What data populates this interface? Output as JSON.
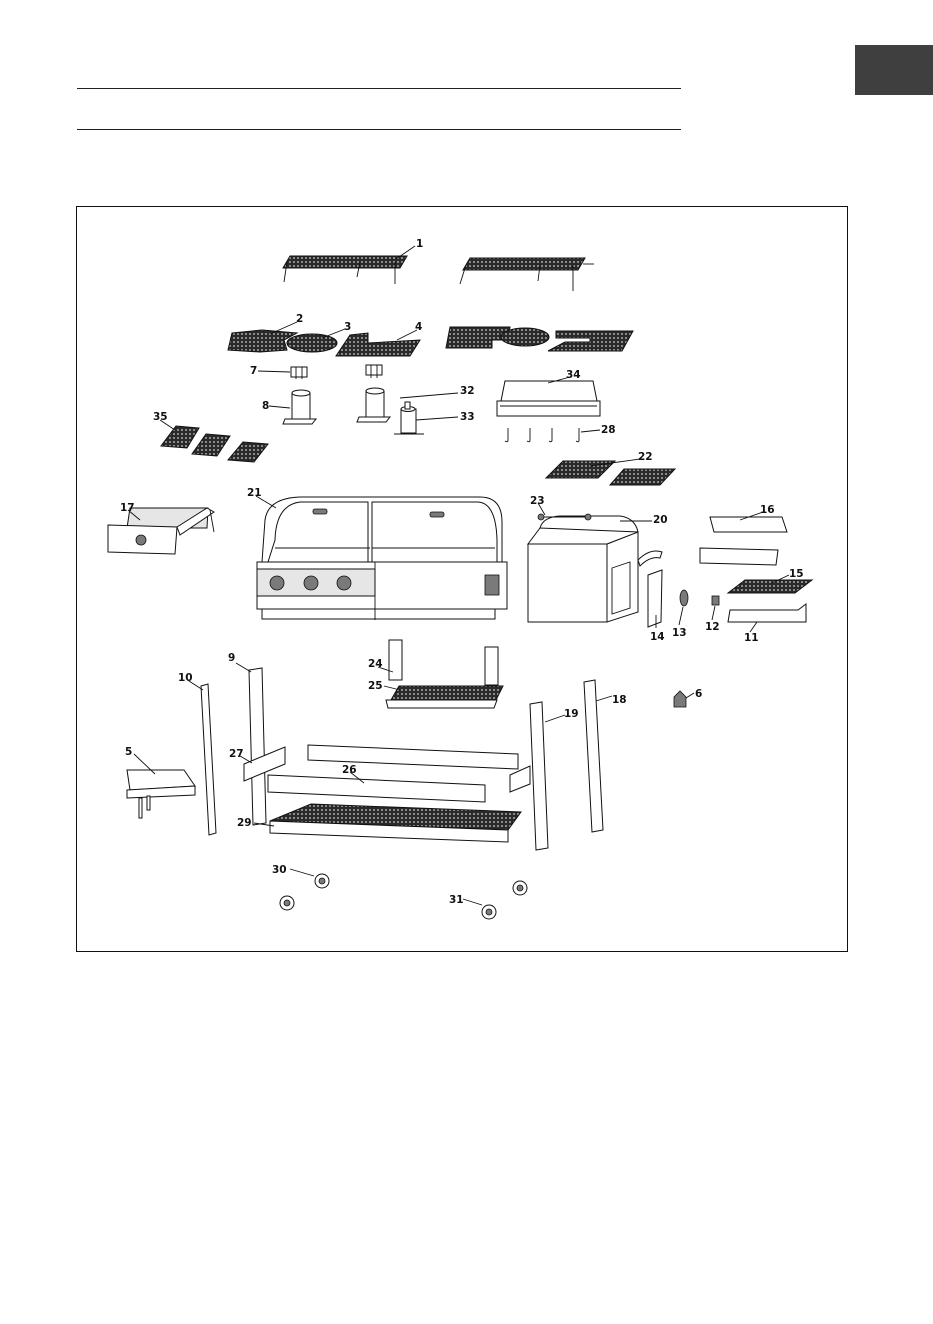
{
  "page": {
    "language_tab_color": "#3f3f3f"
  },
  "diagram": {
    "part_labels": [
      "1",
      "2",
      "3",
      "4",
      "5",
      "6",
      "7",
      "8",
      "9",
      "10",
      "11",
      "12",
      "13",
      "14",
      "15",
      "16",
      "17",
      "18",
      "19",
      "20",
      "21",
      "22",
      "23",
      "24",
      "25",
      "26",
      "27",
      "28",
      "29",
      "30",
      "31",
      "32",
      "33",
      "34",
      "35"
    ]
  }
}
